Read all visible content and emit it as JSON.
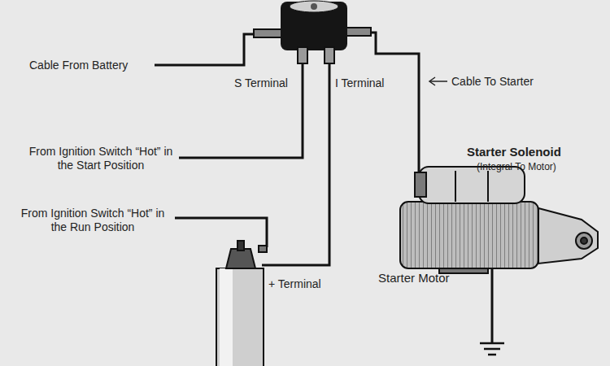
{
  "diagram": {
    "labels": [
      "Cable From Battery",
      "S Terminal",
      "I Terminal",
      "Cable To Starter",
      "From Ignition Switch “Hot” in the Start Position",
      "From Ignition Switch “Hot” in the Run Position",
      "+ Terminal",
      "Starter Solenoid",
      "(Integral To Motor)",
      "Starter Motor"
    ]
  }
}
